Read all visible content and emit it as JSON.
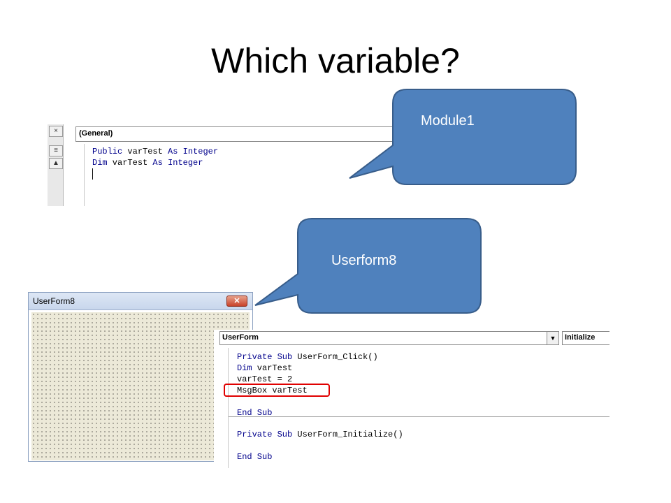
{
  "slide": {
    "title": "Which variable?"
  },
  "module_window": {
    "object_combo": "(General)",
    "scroll_buttons": [
      "×",
      "≡",
      "▲"
    ],
    "code_lines": [
      {
        "kw1": "Public",
        "name": " varTest ",
        "kw2": "As Integer"
      },
      {
        "kw1": "Dim",
        "name": " varTest ",
        "kw2": "As Integer"
      }
    ]
  },
  "bubbles": {
    "module": {
      "label": "Module1",
      "fill": "#4f81bd",
      "stroke": "#385d8a"
    },
    "userform": {
      "label": "Userform8",
      "fill": "#4f81bd",
      "stroke": "#385d8a"
    }
  },
  "userform_window": {
    "title": "UserForm8",
    "close_glyph": "✕"
  },
  "code_window": {
    "object_combo": "UserForm",
    "procedure_combo": "Initialize",
    "drop_glyph": "▼",
    "block1": [
      {
        "kw": "Private Sub",
        "rest": " UserForm_Click()"
      },
      {
        "kw": "Dim",
        "rest": " varTest"
      },
      {
        "kw": "",
        "rest": "varTest = 2"
      },
      {
        "kw": "",
        "rest": "MsgBox varTest"
      },
      {
        "kw": "",
        "rest": ""
      },
      {
        "kw": "End Sub",
        "rest": ""
      }
    ],
    "block2": [
      {
        "kw": "Private Sub",
        "rest": " UserForm_Initialize()"
      },
      {
        "kw": "",
        "rest": ""
      },
      {
        "kw": "End Sub",
        "rest": ""
      }
    ],
    "highlight_color": "#e00000"
  }
}
